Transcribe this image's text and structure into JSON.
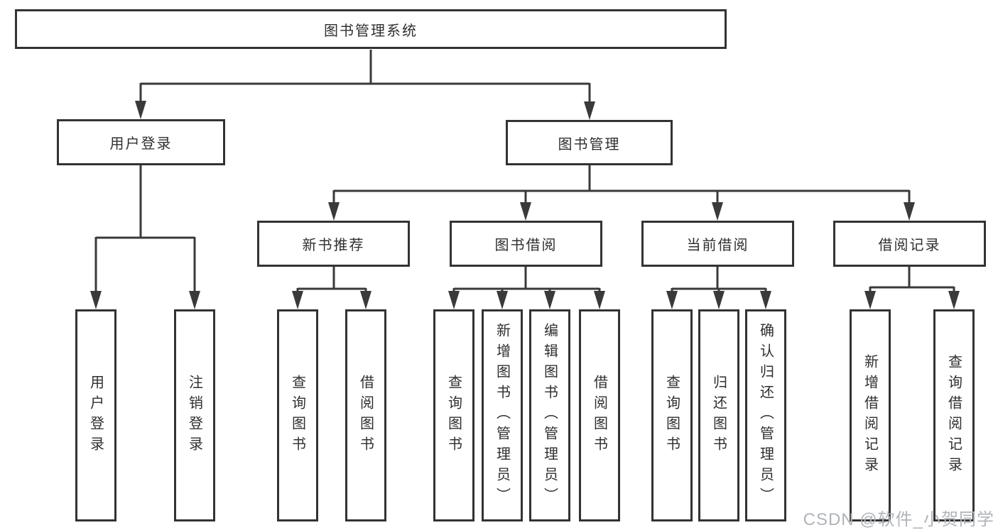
{
  "diagram": {
    "root": {
      "label": "图书管理系统"
    },
    "level2": {
      "user_login": {
        "label": "用户登录"
      },
      "book_management": {
        "label": "图书管理"
      }
    },
    "level3": {
      "new_book_recommend": {
        "label": "新书推荐"
      },
      "book_borrowing": {
        "label": "图书借阅"
      },
      "current_borrowing": {
        "label": "当前借阅"
      },
      "borrowing_records": {
        "label": "借阅记录"
      }
    },
    "leaves": {
      "user_login_group": [
        {
          "label": "用户登录"
        },
        {
          "label": "注销登录"
        }
      ],
      "new_book_group": [
        {
          "label": "查询图书"
        },
        {
          "label": "借阅图书"
        }
      ],
      "book_borrowing_group": [
        {
          "label": "查询图书"
        },
        {
          "label": "新增图书（管理员）"
        },
        {
          "label": "编辑图书（管理员）"
        },
        {
          "label": "借阅图书"
        }
      ],
      "current_borrowing_group": [
        {
          "label": "查询图书"
        },
        {
          "label": "归还图书"
        },
        {
          "label": "确认归还（管理员）"
        }
      ],
      "borrowing_records_group": [
        {
          "label": "新增借阅记录"
        },
        {
          "label": "查询借阅记录"
        }
      ]
    },
    "watermark": "CSDN @软件_小贺同学",
    "colors": {
      "line": "#3a3a3a",
      "border": "#333333",
      "text": "#2f2f2f",
      "watermark": "#b0b4b9",
      "background": "#ffffff"
    }
  }
}
